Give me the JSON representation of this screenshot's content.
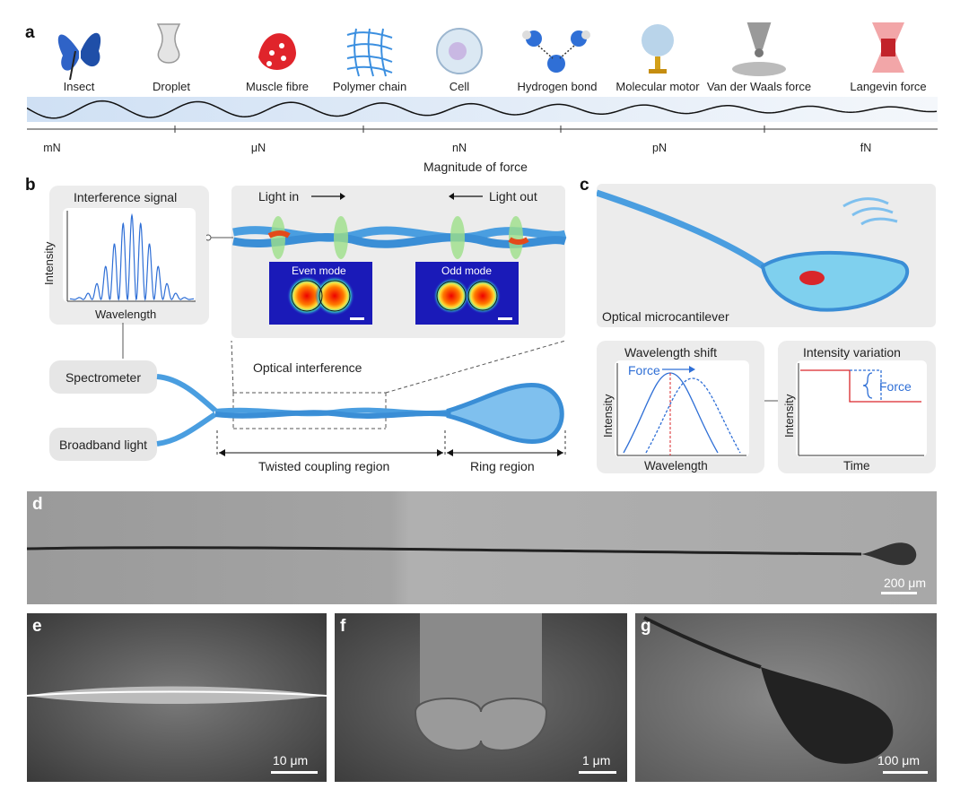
{
  "panels": {
    "a": "a",
    "b": "b",
    "c": "c",
    "d": "d",
    "e": "e",
    "f": "f",
    "g": "g"
  },
  "panel_a": {
    "icons": [
      {
        "icon": "butterfly-icon",
        "label": "Insect"
      },
      {
        "icon": "droplet-icon",
        "label": "Droplet"
      },
      {
        "icon": "muscle-fibre-icon",
        "label": "Muscle fibre"
      },
      {
        "icon": "polymer-chain-icon",
        "label": "Polymer chain"
      },
      {
        "icon": "cell-icon",
        "label": "Cell"
      },
      {
        "icon": "hydrogen-bond-icon",
        "label": "Hydrogen bond"
      },
      {
        "icon": "molecular-motor-icon",
        "label": "Molecular motor"
      },
      {
        "icon": "van-der-waals-icon",
        "label": "Van der Waals force"
      },
      {
        "icon": "langevin-icon",
        "label": "Langevin force"
      }
    ],
    "ticks": [
      "mN",
      "μN",
      "nN",
      "pN",
      "fN"
    ],
    "axis_label": "Magnitude of force"
  },
  "panel_b": {
    "interference_title": "Interference signal",
    "ylabel": "Intensity",
    "xlabel": "Wavelength",
    "light_in": "Light in",
    "light_out": "Light out",
    "even_mode": "Even mode",
    "odd_mode": "Odd mode",
    "optical_interference": "Optical interference",
    "spectrometer": "Spectrometer",
    "broadband": "Broadband light",
    "twisted_region": "Twisted coupling region",
    "ring_region": "Ring region"
  },
  "panel_c": {
    "cantilever": "Optical microcantilever",
    "shift_title": "Wavelength shift",
    "force": "Force",
    "shift_ylabel": "Intensity",
    "shift_xlabel": "Wavelength",
    "var_title": "Intensity variation",
    "var_force": "Force",
    "var_ylabel": "Intensity",
    "var_xlabel": "Time"
  },
  "scales": {
    "d": "200 μm",
    "e": "10 μm",
    "f": "1 μm",
    "g": "100 μm"
  },
  "colors": {
    "fiber": "#4a9ee0",
    "red": "#d9262a",
    "blue": "#2f6fd6",
    "panel_grey": "#ececec"
  }
}
